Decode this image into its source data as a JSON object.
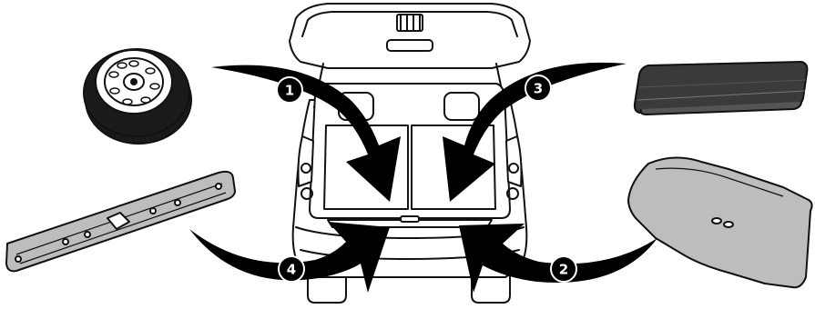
{
  "callouts": {
    "c1": "1",
    "c2": "2",
    "c3": "3",
    "c4": "4"
  },
  "colors": {
    "ink": "#111111",
    "panel_gray": "#bdbdbd",
    "dark_cover": "#3a3a3a",
    "car_body": "#ffffff"
  },
  "parts": {
    "spare_wheel": "spare-wheel",
    "rear_bumper_trim": "rear-bumper-trim",
    "luggage_cover": "luggage-cover",
    "floor_board": "floor-board",
    "car": "car-rear-open-tailgate"
  }
}
